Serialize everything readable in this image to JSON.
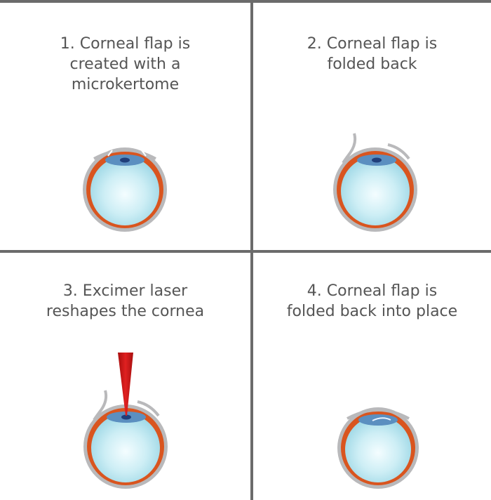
{
  "panels": [
    {
      "step": "1",
      "lines": [
        "1. Corneal flap is",
        "created with a",
        "microkertome"
      ]
    },
    {
      "step": "2",
      "lines": [
        "2. Corneal flap is",
        "folded back"
      ]
    },
    {
      "step": "3",
      "lines": [
        "3. Excimer laser",
        "reshapes the cornea"
      ]
    },
    {
      "step": "4",
      "lines": [
        "4. Corneal flap is",
        "folded back into place"
      ]
    }
  ],
  "colors": {
    "divider": "#6b6b6b",
    "text": "#555555",
    "sclera_outer": "#b9b9bb",
    "choroid": "#d9551f",
    "vitreous_light": "#eefbfd",
    "vitreous_dark": "#a6dde9",
    "iris": "#5b8fc0",
    "pupil": "#1f3e7a",
    "laser": "#d31a1a"
  },
  "icons": [
    "eye-cross-section-icon",
    "corneal-flap-icon",
    "laser-beam-icon"
  ]
}
